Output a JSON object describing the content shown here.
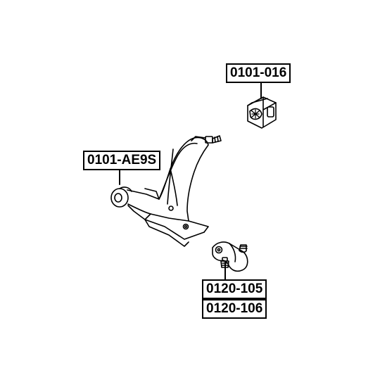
{
  "labels": {
    "bushing_part": "0101-016",
    "arm_part": "0101-AE9S",
    "ball_joint_part_1": "0120-105",
    "ball_joint_part_2": "0120-106"
  },
  "colors": {
    "line": "#000000",
    "background": "#ffffff"
  }
}
